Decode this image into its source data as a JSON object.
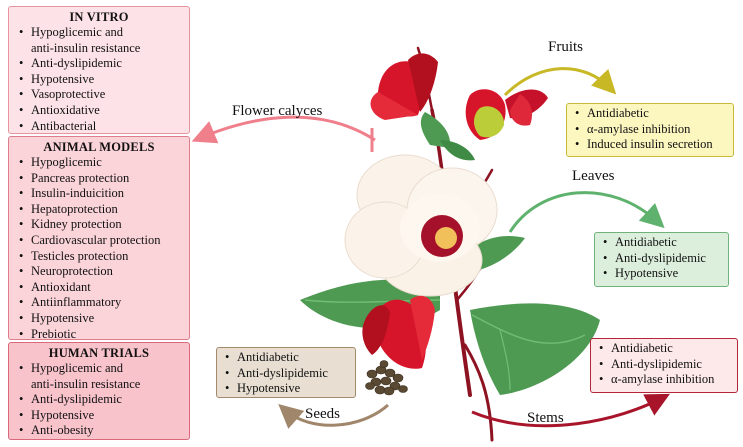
{
  "in_vitro": {
    "title": "IN VITRO",
    "items": [
      "Hypoglicemic and",
      "anti-insulin resistance",
      "Anti-dyslipidemic",
      "Hypotensive",
      "Vasoprotective",
      "Antioxidative",
      "Antibacterial"
    ]
  },
  "animal_models": {
    "title": "ANIMAL MODELS",
    "items": [
      "Hypoglicemic",
      "Pancreas protection",
      "Insulin-induicition",
      "Hepatoprotection",
      "Kidney protection",
      "Cardiovascular protection",
      "Testicles protection",
      "Neuroprotection",
      "Antioxidant",
      "Antiinflammatory",
      "Hypotensive",
      "Prebiotic"
    ]
  },
  "human_trials": {
    "title": "HUMAN TRIALS",
    "items": [
      "Hypoglicemic and",
      "anti-insulin resistance",
      "Anti-dyslipidemic",
      "Hypotensive",
      "Anti-obesity"
    ]
  },
  "labels": {
    "flower_calyces": "Flower calyces",
    "fruits": "Fruits",
    "leaves": "Leaves",
    "seeds": "Seeds",
    "stems": "Stems"
  },
  "fruits": {
    "items": [
      "Antidiabetic",
      "α-amylase inhibition",
      "Induced insulin secretion"
    ]
  },
  "leaves": {
    "items": [
      "Antidiabetic",
      "Anti-dyslipidemic",
      "Hypotensive"
    ]
  },
  "seeds": {
    "items": [
      "Antidiabetic",
      "Anti-dyslipidemic",
      "Hypotensive"
    ]
  },
  "stems": {
    "items": [
      "Antidiabetic",
      "Anti-dyslipidemic",
      "α-amylase inhibition"
    ]
  },
  "colors": {
    "flower_arrow": "#f07f8c",
    "fruits_arrow": "#c8b826",
    "leaves_arrow": "#5fb26d",
    "seeds_arrow": "#a0866a",
    "stems_arrow": "#a8152a",
    "calyx_red": "#d7152a",
    "leaf_green": "#4e9a52",
    "petal": "#fbf3ea"
  }
}
